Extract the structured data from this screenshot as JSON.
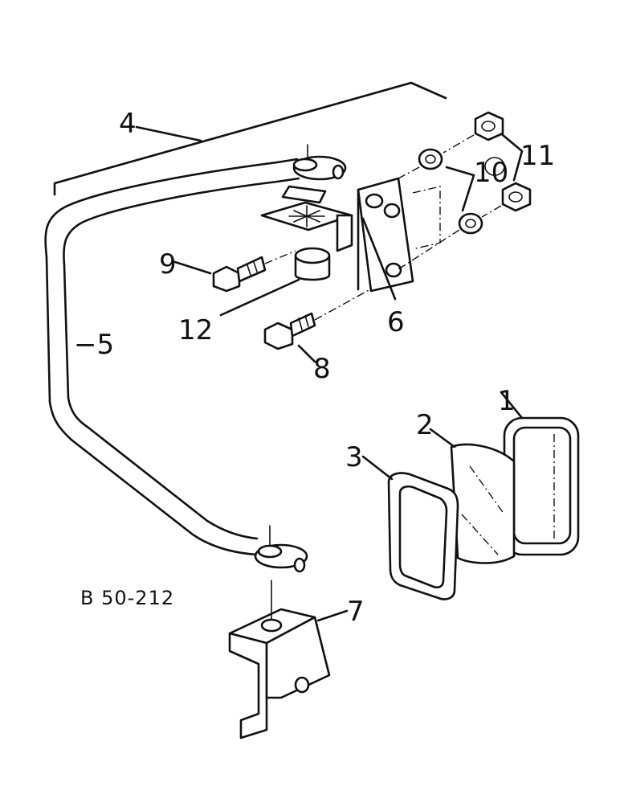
{
  "diagram": {
    "drawing_code": "B 50-212",
    "callouts": [
      "1",
      "2",
      "3",
      "4",
      "5",
      "6",
      "7",
      "8",
      "9",
      "10",
      "11",
      "12"
    ]
  }
}
